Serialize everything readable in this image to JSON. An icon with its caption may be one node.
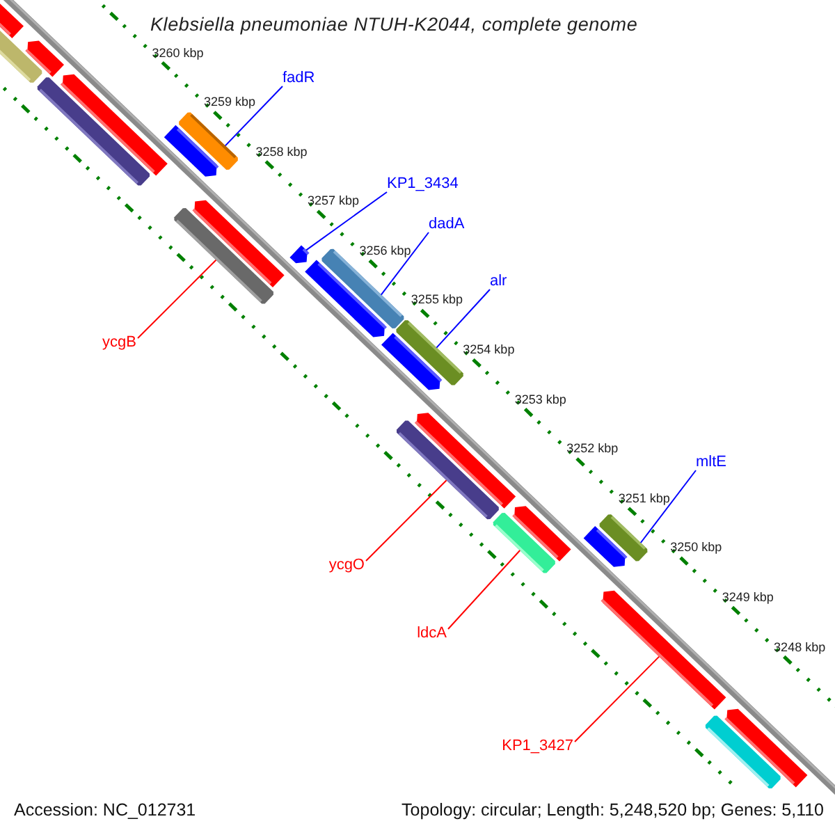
{
  "diagram": {
    "title": "Klebsiella pneumoniae NTUH-K2044, complete genome",
    "nodes": [
      {
        "text": [
          "fadR"
        ]
      },
      {
        "text": [],
        "shape": "bar"
      },
      {
        "text": [
          "KP1_3434"
        ]
      },
      {
        "text": [],
        "shape": "bar"
      },
      {
        "text": [
          "dadA"
        ]
      },
      {
        "text": [],
        "shape": "bar"
      },
      {
        "text": [
          "alr"
        ]
      },
      {
        "text": [],
        "shape": "bar"
      },
      {
        "text": [
          "ycgB"
        ]
      },
      {
        "text": [],
        "shape": "bar"
      },
      {
        "text": [
          "mltE"
        ]
      },
      {
        "text": [],
        "shape": "bar"
      },
      {
        "text": [
          "ycgO"
        ]
      },
      {
        "text": [],
        "shape": "bar"
      },
      {
        "text": [
          "ldcA"
        ]
      },
      {
        "text": [],
        "shape": "bar"
      },
      {
        "text": [
          "KP1_3427"
        ]
      },
      {
        "text": [],
        "shape": "bar"
      },
      {
        "text": [],
        "shape": "bar"
      },
      {
        "text": [],
        "shape": "bar"
      },
      {
        "text": [],
        "shape": "bar"
      },
      {
        "text": [],
        "shape": "bar"
      },
      {
        "text": [],
        "shape": "bar"
      },
      {
        "text": [],
        "shape": "bar"
      },
      {
        "text": [],
        "shape": "bar"
      },
      {
        "text": [],
        "shape": "bar"
      },
      {
        "text": [],
        "shape": "bar"
      },
      {
        "text": [],
        "shape": "bar"
      },
      {
        "text": [],
        "shape": "bar"
      },
      {
        "text": [],
        "shape": "bar"
      },
      {
        "text": [],
        "shape": "bar"
      },
      {
        "text": [],
        "shape": "bar"
      }
    ],
    "edges": [
      {
        "from": 0,
        "to": 1,
        "arrow": "none"
      },
      {
        "from": 2,
        "to": 3,
        "arrow": "none"
      },
      {
        "from": 4,
        "to": 5,
        "arrow": "none"
      },
      {
        "from": 6,
        "to": 7,
        "arrow": "none"
      },
      {
        "from": 8,
        "to": 9,
        "arrow": "none",
        "color": "#ff0000"
      },
      {
        "from": 10,
        "to": 11,
        "arrow": "none"
      },
      {
        "from": 12,
        "to": 13,
        "arrow": "none",
        "color": "#ff0000"
      },
      {
        "from": 14,
        "to": 15,
        "arrow": "none",
        "color": "#ff0000"
      },
      {
        "from": 16,
        "to": 17,
        "arrow": "none",
        "color": "#ff0000"
      }
    ],
    "labels": [
      "3260 kbp",
      "3259 kbp",
      "3258 kbp",
      "3257 kbp",
      "3256 kbp",
      "3255 kbp",
      "3254 kbp",
      "3253 kbp",
      "3252 kbp",
      "3251 kbp",
      "3250 kbp",
      "3249 kbp",
      "3248 kbp",
      "Accession: NC_012731",
      "Topology: circular; Length: 5,248,520 bp; Genes: 5,110"
    ]
  }
}
